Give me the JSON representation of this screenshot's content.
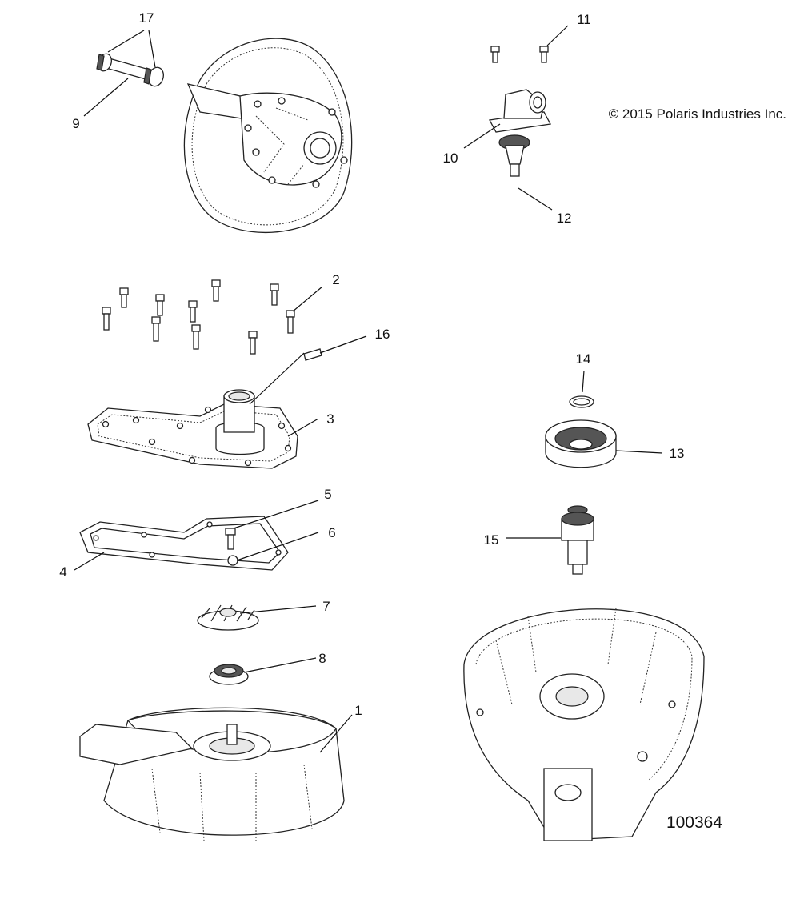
{
  "diagram": {
    "copyright": "© 2015 Polaris Industries Inc.",
    "figure_number": "100364",
    "callouts": {
      "c1": "1",
      "c2": "2",
      "c3": "3",
      "c4": "4",
      "c5": "5",
      "c6": "6",
      "c7": "7",
      "c8": "8",
      "c9": "9",
      "c10": "10",
      "c11": "11",
      "c12": "12",
      "c13": "13",
      "c14": "14",
      "c15": "15",
      "c16": "16",
      "c17": "17"
    }
  }
}
